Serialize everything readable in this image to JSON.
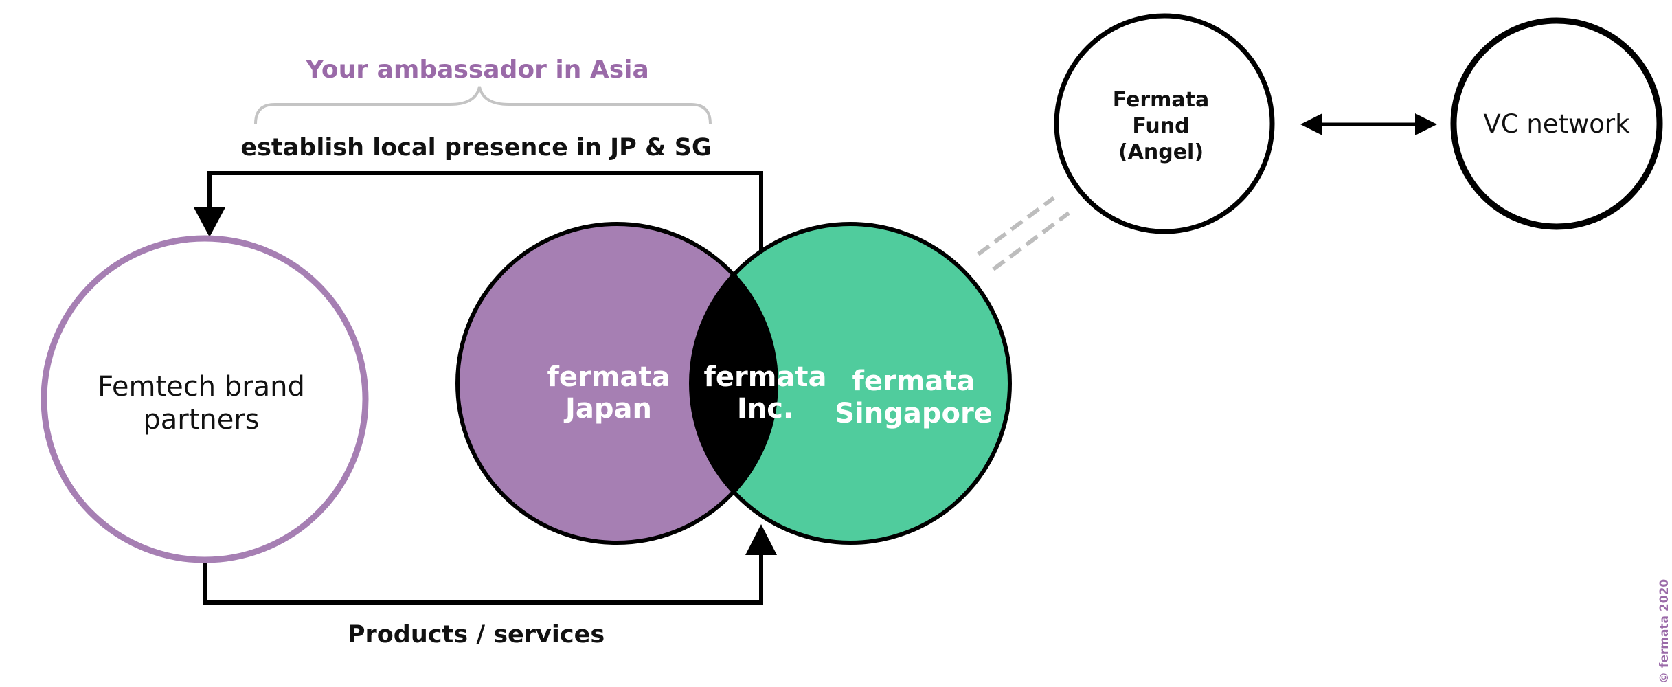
{
  "ambassador_heading": "Your ambassador in Asia",
  "establish_label": "establish local presence in JP & SG",
  "products_label": "Products / services",
  "femtech": {
    "line1": "Femtech brand",
    "line2": "partners"
  },
  "japan": {
    "line1": "fermata",
    "line2": "Japan"
  },
  "inc": {
    "line1": "fermata",
    "line2": "Inc."
  },
  "singapore": {
    "line1": "fermata",
    "line2": "Singapore"
  },
  "fund": {
    "line1": "Fermata",
    "line2": "Fund",
    "line3": "(Angel)"
  },
  "vc_network": "VC network",
  "copyright": "© fermata 2020",
  "colors": {
    "purple": "#a67fb3",
    "purple_text": "#9a6aa8",
    "green": "#50cc9d",
    "black": "#000000",
    "gray": "#bdbdbd"
  }
}
